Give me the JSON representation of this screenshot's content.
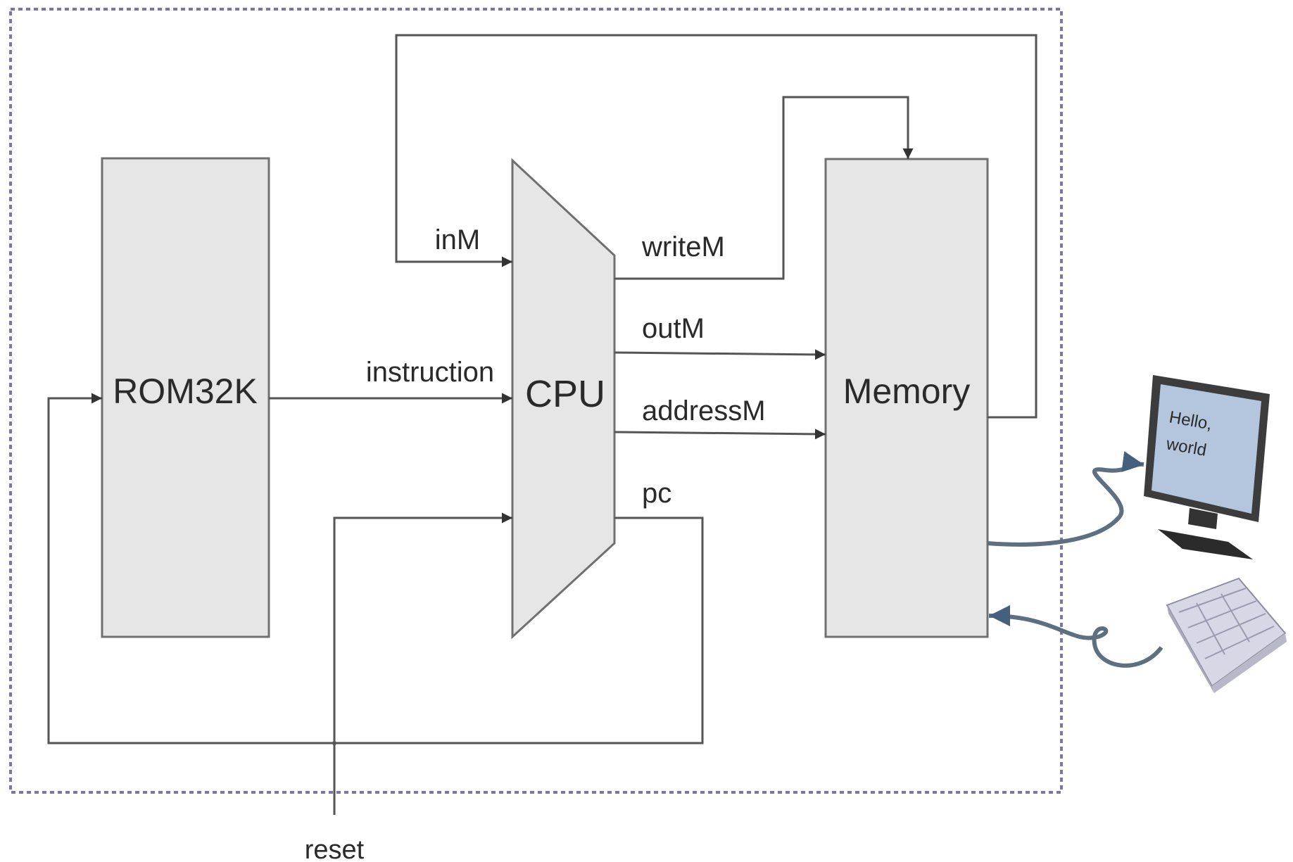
{
  "blocks": {
    "rom": "ROM32K",
    "cpu": "CPU",
    "memory": "Memory"
  },
  "signals": {
    "inM": "inM",
    "instruction": "instruction",
    "writeM": "writeM",
    "outM": "outM",
    "addressM": "addressM",
    "pc": "pc",
    "reset": "reset"
  },
  "screen": {
    "line1": "Hello,",
    "line2": "world"
  },
  "peripherals": {
    "monitor_icon": "monitor-icon",
    "keyboard_icon": "keyboard-icon"
  },
  "colors": {
    "block_fill": "#e6e6e6",
    "wire": "#555555",
    "boundary": "#7a76a8"
  }
}
